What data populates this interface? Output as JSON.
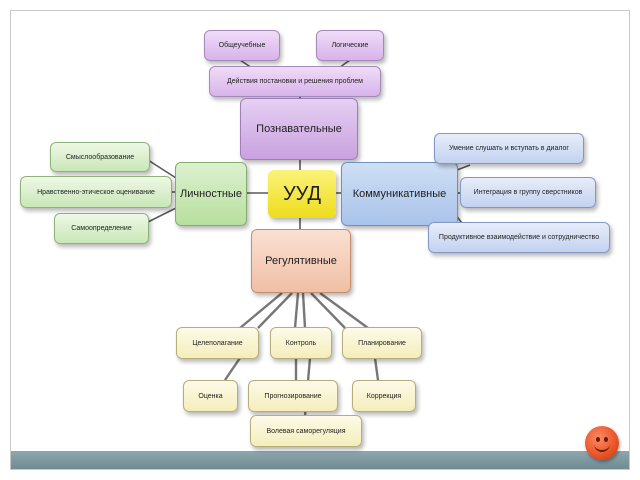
{
  "diagram": {
    "center": "УУД",
    "cognitive": {
      "label": "Познавательные",
      "children": [
        "Общеучебные",
        "Логические",
        "Действия постановки и решения проблем"
      ]
    },
    "personal": {
      "label": "Личностные",
      "children": [
        "Смыслообразование",
        "Нравственно-этическое оценивание",
        "Самоопределение"
      ]
    },
    "communicative": {
      "label": "Коммуникативные",
      "children": [
        "Умение слушать и вступать в диалог",
        "Интеграция в группу сверстников",
        "Продуктивное взаимодействие и сотрудничество"
      ]
    },
    "regulative": {
      "label": "Регулятивные",
      "children": [
        "Целеполагание",
        "Контроль",
        "Планирование",
        "Оценка",
        "Прогнозирование",
        "Коррекция",
        "Волевая саморегуляция"
      ]
    }
  },
  "colors": {
    "cognitive": "#d7b3ea",
    "personal": "#b8df9f",
    "communicative": "#a9c3ea",
    "regulative": "#f0bfa5",
    "regulative_children": "#f4eebb",
    "center": "#eedc1c",
    "bottom_bar": "#7f979d"
  },
  "icons": [
    "smiley-icon"
  ]
}
